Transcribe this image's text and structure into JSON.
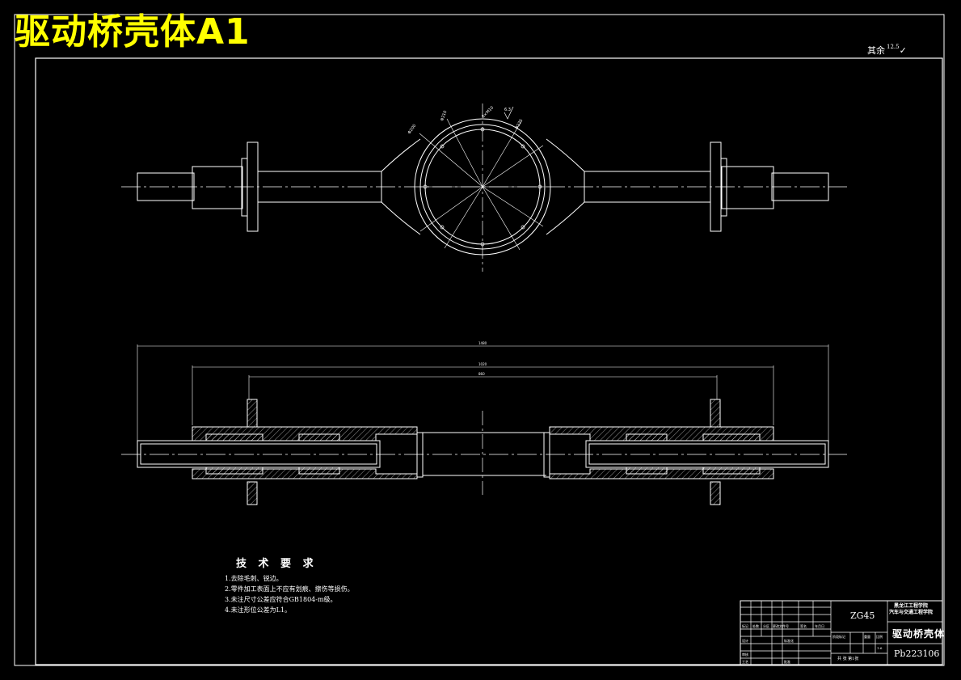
{
  "title": "驱动桥壳体A1",
  "roughness_note": {
    "label": "其余",
    "value": "12.5"
  },
  "dimensions": {
    "top_angle_note": "6.3",
    "overall_length": "1480",
    "flange_span": "1020",
    "bore_span": "860"
  },
  "tech_requirements": {
    "heading": "技 术 要 求",
    "items": [
      "1.去除毛刺、锐边。",
      "2.零件加工表面上不应有划痕、擦伤等损伤。",
      "3.未注尺寸公差应符合GB1804-m级。",
      "4.未注形位公差为L1。"
    ]
  },
  "title_block": {
    "material": "ZG45",
    "school": "黑龙江工程学院",
    "department": "汽车与交通工程学院",
    "part_name": "驱动桥壳体",
    "drawing_no": "Pb223106",
    "stage_label": "阶段标记",
    "weight_label": "重量",
    "scale_label": "比例",
    "scale_value": "1:6",
    "sheets_label": "共 张 第1张",
    "row_labels": [
      "标记",
      "处数",
      "分区",
      "更改文件号",
      "签名",
      "年月日"
    ],
    "design_label": "设计",
    "review_label": "审核",
    "process_label": "工艺",
    "standard_label": "标准化",
    "approve_label": "批准"
  },
  "colors": {
    "line": "#ffffff",
    "title": "#ffff00",
    "background": "#000000"
  }
}
